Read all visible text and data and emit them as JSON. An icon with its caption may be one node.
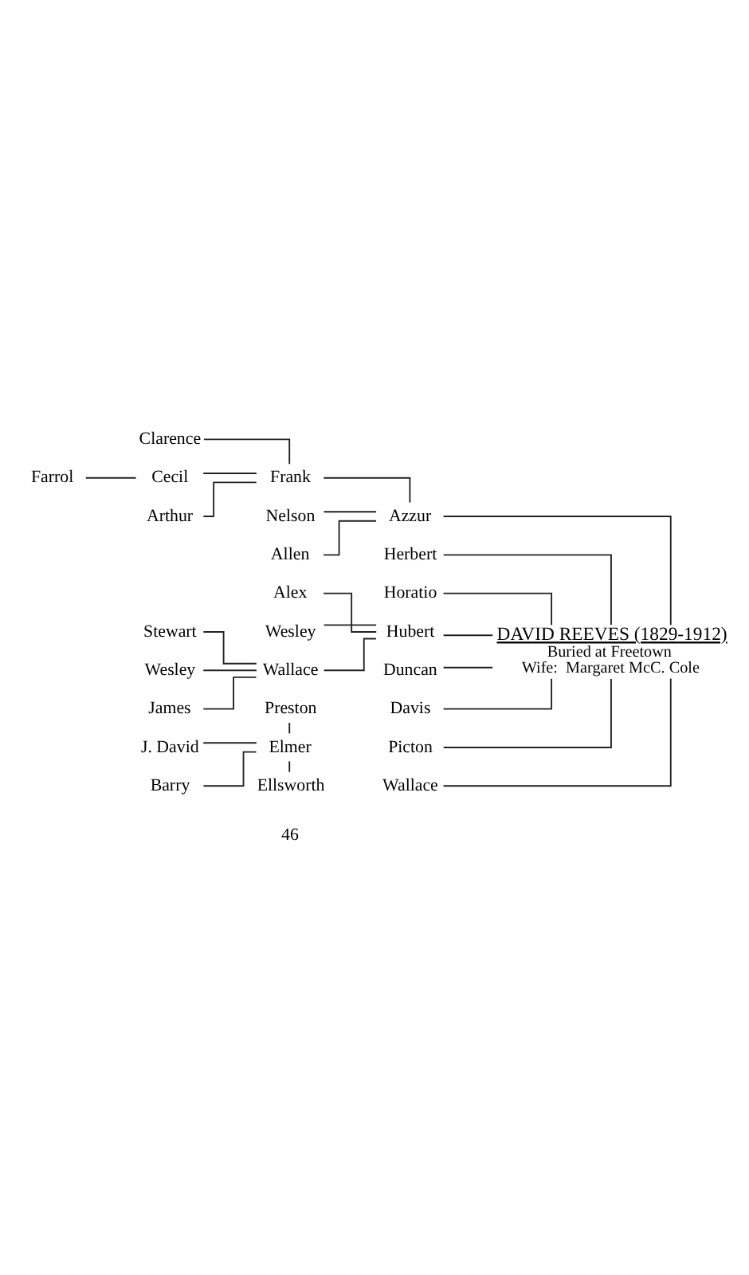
{
  "diagram": {
    "nodes": [
      {
        "text": [
          "DAVID REEVES (1829-1912)",
          "Buried at Freetown",
          "Wife:  Margaret McC. Cole"
        ]
      },
      {
        "text": [
          "Azzur"
        ]
      },
      {
        "text": [
          "Herbert"
        ]
      },
      {
        "text": [
          "Horatio"
        ]
      },
      {
        "text": [
          "Hubert"
        ]
      },
      {
        "text": [
          "Duncan"
        ]
      },
      {
        "text": [
          "Davis"
        ]
      },
      {
        "text": [
          "Picton"
        ]
      },
      {
        "text": [
          "Wallace"
        ]
      },
      {
        "text": [
          "Frank"
        ]
      },
      {
        "text": [
          "Nelson"
        ]
      },
      {
        "text": [
          "Allen"
        ]
      },
      {
        "text": [
          "Alex"
        ]
      },
      {
        "text": [
          "Wesley"
        ]
      },
      {
        "text": [
          "Wallace"
        ]
      },
      {
        "text": [
          "Preston"
        ]
      },
      {
        "text": [
          "Elmer"
        ]
      },
      {
        "text": [
          "Ellsworth"
        ]
      },
      {
        "text": [
          "Clarence"
        ]
      },
      {
        "text": [
          "Cecil"
        ]
      },
      {
        "text": [
          "Arthur"
        ]
      },
      {
        "text": [
          "Stewart"
        ]
      },
      {
        "text": [
          "Wesley"
        ]
      },
      {
        "text": [
          "James"
        ]
      },
      {
        "text": [
          "J. David"
        ]
      },
      {
        "text": [
          "Barry"
        ]
      },
      {
        "text": [
          "Farrol"
        ]
      }
    ],
    "edges": [
      {
        "from": 0,
        "to": 1,
        "arrow": "none"
      },
      {
        "from": 0,
        "to": 2,
        "arrow": "none"
      },
      {
        "from": 0,
        "to": 3,
        "arrow": "none"
      },
      {
        "from": 0,
        "to": 4,
        "arrow": "none"
      },
      {
        "from": 0,
        "to": 5,
        "arrow": "none"
      },
      {
        "from": 0,
        "to": 6,
        "arrow": "none"
      },
      {
        "from": 0,
        "to": 7,
        "arrow": "none"
      },
      {
        "from": 0,
        "to": 8,
        "arrow": "none"
      },
      {
        "from": 1,
        "to": 9,
        "arrow": "none"
      },
      {
        "from": 1,
        "to": 10,
        "arrow": "none"
      },
      {
        "from": 1,
        "to": 11,
        "arrow": "none"
      },
      {
        "from": 4,
        "to": 12,
        "arrow": "none"
      },
      {
        "from": 4,
        "to": 13,
        "arrow": "none"
      },
      {
        "from": 4,
        "to": 14,
        "arrow": "none"
      },
      {
        "from": 15,
        "to": 16,
        "arrow": "none"
      },
      {
        "from": 16,
        "to": 17,
        "arrow": "none"
      },
      {
        "from": 9,
        "to": 18,
        "arrow": "none"
      },
      {
        "from": 9,
        "to": 19,
        "arrow": "none"
      },
      {
        "from": 9,
        "to": 20,
        "arrow": "none"
      },
      {
        "from": 14,
        "to": 21,
        "arrow": "none"
      },
      {
        "from": 14,
        "to": 22,
        "arrow": "none"
      },
      {
        "from": 14,
        "to": 23,
        "arrow": "none"
      },
      {
        "from": 16,
        "to": 24,
        "arrow": "none"
      },
      {
        "from": 16,
        "to": 25,
        "arrow": "none"
      },
      {
        "from": 19,
        "to": 26,
        "arrow": "none"
      }
    ],
    "labels": [
      "46"
    ]
  }
}
